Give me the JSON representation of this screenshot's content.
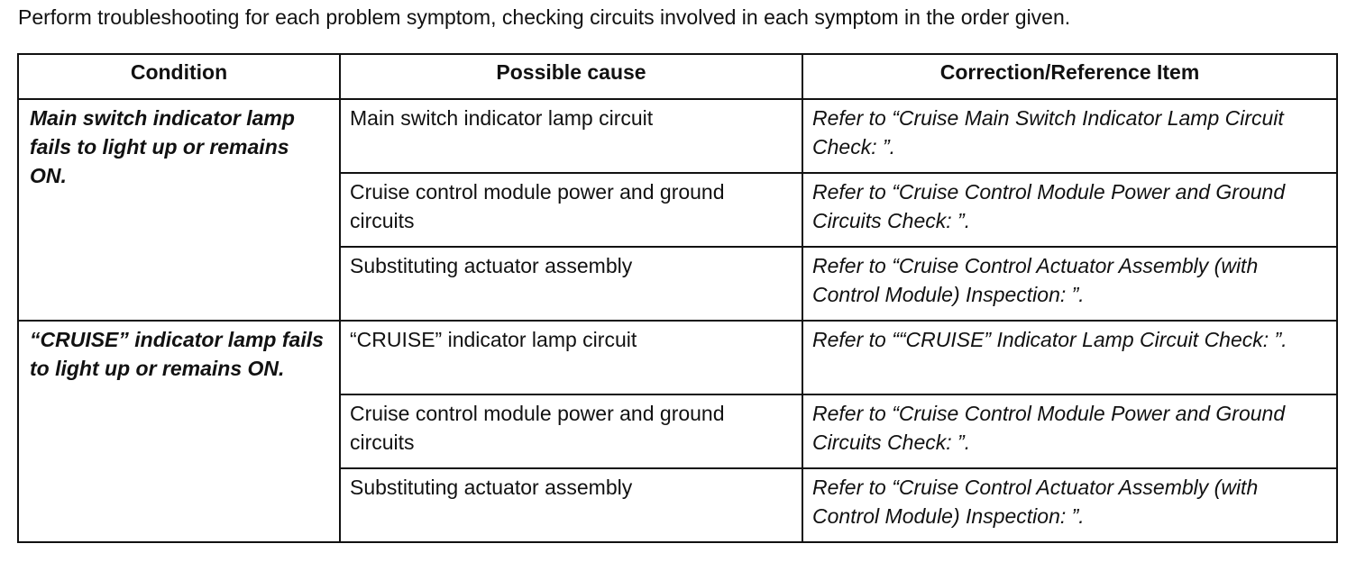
{
  "intro": "Perform troubleshooting for each problem symptom, checking circuits involved in each symptom in the order given.",
  "table": {
    "headers": [
      "Condition",
      "Possible cause",
      "Correction/Reference Item"
    ],
    "groups": [
      {
        "condition": "Main switch indicator lamp fails to light up or remains ON.",
        "rows": [
          {
            "cause": "Main switch indicator lamp circuit",
            "reference": "Refer to “Cruise Main Switch Indicator Lamp Circuit Check: ”."
          },
          {
            "cause": "Cruise control module power and ground circuits",
            "reference": "Refer to “Cruise Control Module Power and Ground Circuits Check: ”."
          },
          {
            "cause": "Substituting actuator assembly",
            "reference": "Refer to “Cruise Control Actuator Assembly (with Control Module) Inspection: ”."
          }
        ]
      },
      {
        "condition": "“CRUISE” indicator lamp fails to light up or remains ON.",
        "rows": [
          {
            "cause": "“CRUISE” indicator lamp circuit",
            "reference": "Refer to ““CRUISE” Indicator Lamp Circuit Check: ”."
          },
          {
            "cause": "Cruise control module power and ground circuits",
            "reference": "Refer to “Cruise Control Module Power and Ground Circuits Check: ”."
          },
          {
            "cause": "Substituting actuator assembly",
            "reference": "Refer to “Cruise Control Actuator Assembly (with Control Module) Inspection: ”."
          }
        ]
      }
    ]
  }
}
